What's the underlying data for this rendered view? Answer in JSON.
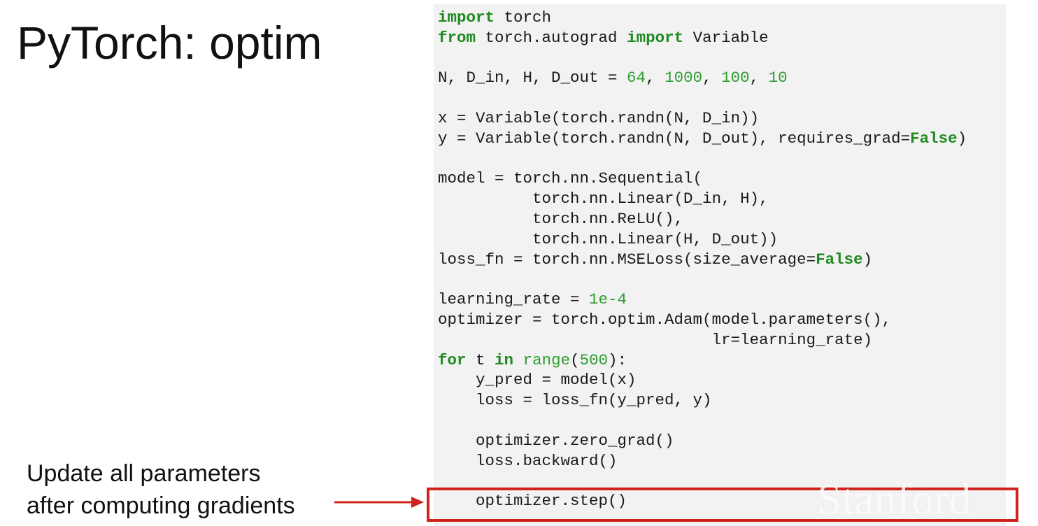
{
  "slide": {
    "title": "PyTorch: optim"
  },
  "code": {
    "lines": [
      [
        {
          "t": "import",
          "c": "kw"
        },
        {
          "t": " torch",
          "c": ""
        }
      ],
      [
        {
          "t": "from",
          "c": "kw"
        },
        {
          "t": " torch.autograd ",
          "c": ""
        },
        {
          "t": "import",
          "c": "kw"
        },
        {
          "t": " Variable",
          "c": ""
        }
      ],
      [],
      [
        {
          "t": "N, D_in, H, D_out = ",
          "c": ""
        },
        {
          "t": "64",
          "c": "num"
        },
        {
          "t": ", ",
          "c": ""
        },
        {
          "t": "1000",
          "c": "num"
        },
        {
          "t": ", ",
          "c": ""
        },
        {
          "t": "100",
          "c": "num"
        },
        {
          "t": ", ",
          "c": ""
        },
        {
          "t": "10",
          "c": "num"
        }
      ],
      [],
      [
        {
          "t": "x = Variable(torch.randn(N, D_in))",
          "c": ""
        }
      ],
      [
        {
          "t": "y = Variable(torch.randn(N, D_out), requires_grad=",
          "c": ""
        },
        {
          "t": "False",
          "c": "const"
        },
        {
          "t": ")",
          "c": ""
        }
      ],
      [],
      [
        {
          "t": "model = torch.nn.Sequential(",
          "c": ""
        }
      ],
      [
        {
          "t": "          torch.nn.Linear(D_in, H),",
          "c": ""
        }
      ],
      [
        {
          "t": "          torch.nn.ReLU(),",
          "c": ""
        }
      ],
      [
        {
          "t": "          torch.nn.Linear(H, D_out))",
          "c": ""
        }
      ],
      [
        {
          "t": "loss_fn = torch.nn.MSELoss(size_average=",
          "c": ""
        },
        {
          "t": "False",
          "c": "const"
        },
        {
          "t": ")",
          "c": ""
        }
      ],
      [],
      [
        {
          "t": "learning_rate = ",
          "c": ""
        },
        {
          "t": "1e-4",
          "c": "num"
        }
      ],
      [
        {
          "t": "optimizer = torch.optim.Adam(model.parameters(),",
          "c": ""
        }
      ],
      [
        {
          "t": "                             lr=learning_rate)",
          "c": ""
        }
      ],
      [
        {
          "t": "for",
          "c": "kw"
        },
        {
          "t": " t ",
          "c": ""
        },
        {
          "t": "in",
          "c": "kw"
        },
        {
          "t": " ",
          "c": ""
        },
        {
          "t": "range",
          "c": "builtin"
        },
        {
          "t": "(",
          "c": ""
        },
        {
          "t": "500",
          "c": "num"
        },
        {
          "t": "):",
          "c": ""
        }
      ],
      [
        {
          "t": "    y_pred = model(x)",
          "c": ""
        }
      ],
      [
        {
          "t": "    loss = loss_fn(y_pred, y)",
          "c": ""
        }
      ],
      [],
      [
        {
          "t": "    optimizer.zero_grad()",
          "c": ""
        }
      ],
      [
        {
          "t": "    loss.backward()",
          "c": ""
        }
      ],
      [],
      [
        {
          "t": "    optimizer.step()",
          "c": ""
        }
      ]
    ]
  },
  "annotation": {
    "line1": "Update all parameters",
    "line2": "after computing gradients"
  },
  "watermark": {
    "text": "Stanford"
  },
  "colors": {
    "keyword": "#1f8a1f",
    "number": "#2f9e2f",
    "highlight_border": "#d0231d",
    "arrow": "#d0231d",
    "code_background": "#f2f2f2"
  },
  "icons": {
    "arrow": "right-arrow-icon"
  }
}
